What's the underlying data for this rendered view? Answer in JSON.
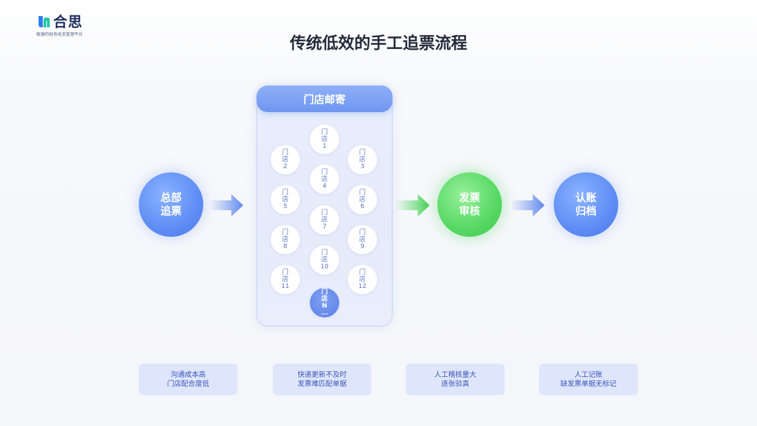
{
  "brand": {
    "name": "合思",
    "tagline": "敏捷的财务收支管理平台",
    "colors": {
      "primary": "#4a78ea",
      "accent_green": "#3ecb4f",
      "panel_header": "#6f95f0"
    }
  },
  "title": "传统低效的手工追票流程",
  "nodes": {
    "hq": {
      "line1": "总部",
      "line2": "追票"
    },
    "audit": {
      "line1": "发票",
      "line2": "审核"
    },
    "archive": {
      "line1": "认账",
      "line2": "归档"
    }
  },
  "panel": {
    "title": "门店邮寄",
    "stores": [
      {
        "line1": "门",
        "line2": "店",
        "line3": "1"
      },
      {
        "line1": "门",
        "line2": "店",
        "line3": "2"
      },
      {
        "line1": "门",
        "line2": "店",
        "line3": "3"
      },
      {
        "line1": "门",
        "line2": "店",
        "line3": "4"
      },
      {
        "line1": "门",
        "line2": "店",
        "line3": "5"
      },
      {
        "line1": "门",
        "line2": "店",
        "line3": "6"
      },
      {
        "line1": "门",
        "line2": "店",
        "line3": "7"
      },
      {
        "line1": "门",
        "line2": "店",
        "line3": "8"
      },
      {
        "line1": "门",
        "line2": "店",
        "line3": "9"
      },
      {
        "line1": "门",
        "line2": "店",
        "line3": "10"
      },
      {
        "line1": "门",
        "line2": "店",
        "line3": "11"
      },
      {
        "line1": "门",
        "line2": "店",
        "line3": "12"
      },
      {
        "line1": "门",
        "line2": "店",
        "line3": "N",
        "line4": "..."
      }
    ]
  },
  "problems": [
    {
      "line1": "沟通成本高",
      "line2": "门店配合度低"
    },
    {
      "line1": "快递更新不及时",
      "line2": "发票难匹配单据"
    },
    {
      "line1": "人工稽核量大",
      "line2": "逐张验真"
    },
    {
      "line1": "人工记账",
      "line2": "缺发票单据无标记"
    }
  ]
}
